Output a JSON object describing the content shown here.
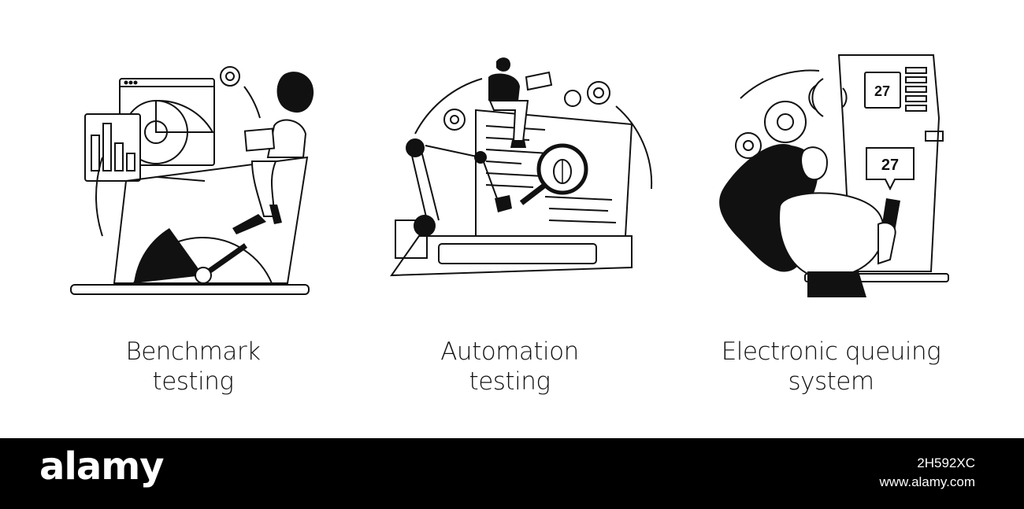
{
  "panels": [
    {
      "caption_line1": "Benchmark",
      "caption_line2": "testing",
      "icon": "benchmark-testing-illustration"
    },
    {
      "caption_line1": "Automation",
      "caption_line2": "testing",
      "icon": "automation-testing-illustration"
    },
    {
      "caption_line1": "Electronic queuing",
      "caption_line2": "system",
      "icon": "electronic-queuing-illustration",
      "kiosk_number": "27",
      "bubble_number": "27"
    }
  ],
  "footer": {
    "logo": "alamy",
    "image_id": "2H592XC",
    "site": "www.alamy.com"
  },
  "colors": {
    "ink": "#111111",
    "background": "#ffffff",
    "footer": "#000000"
  }
}
